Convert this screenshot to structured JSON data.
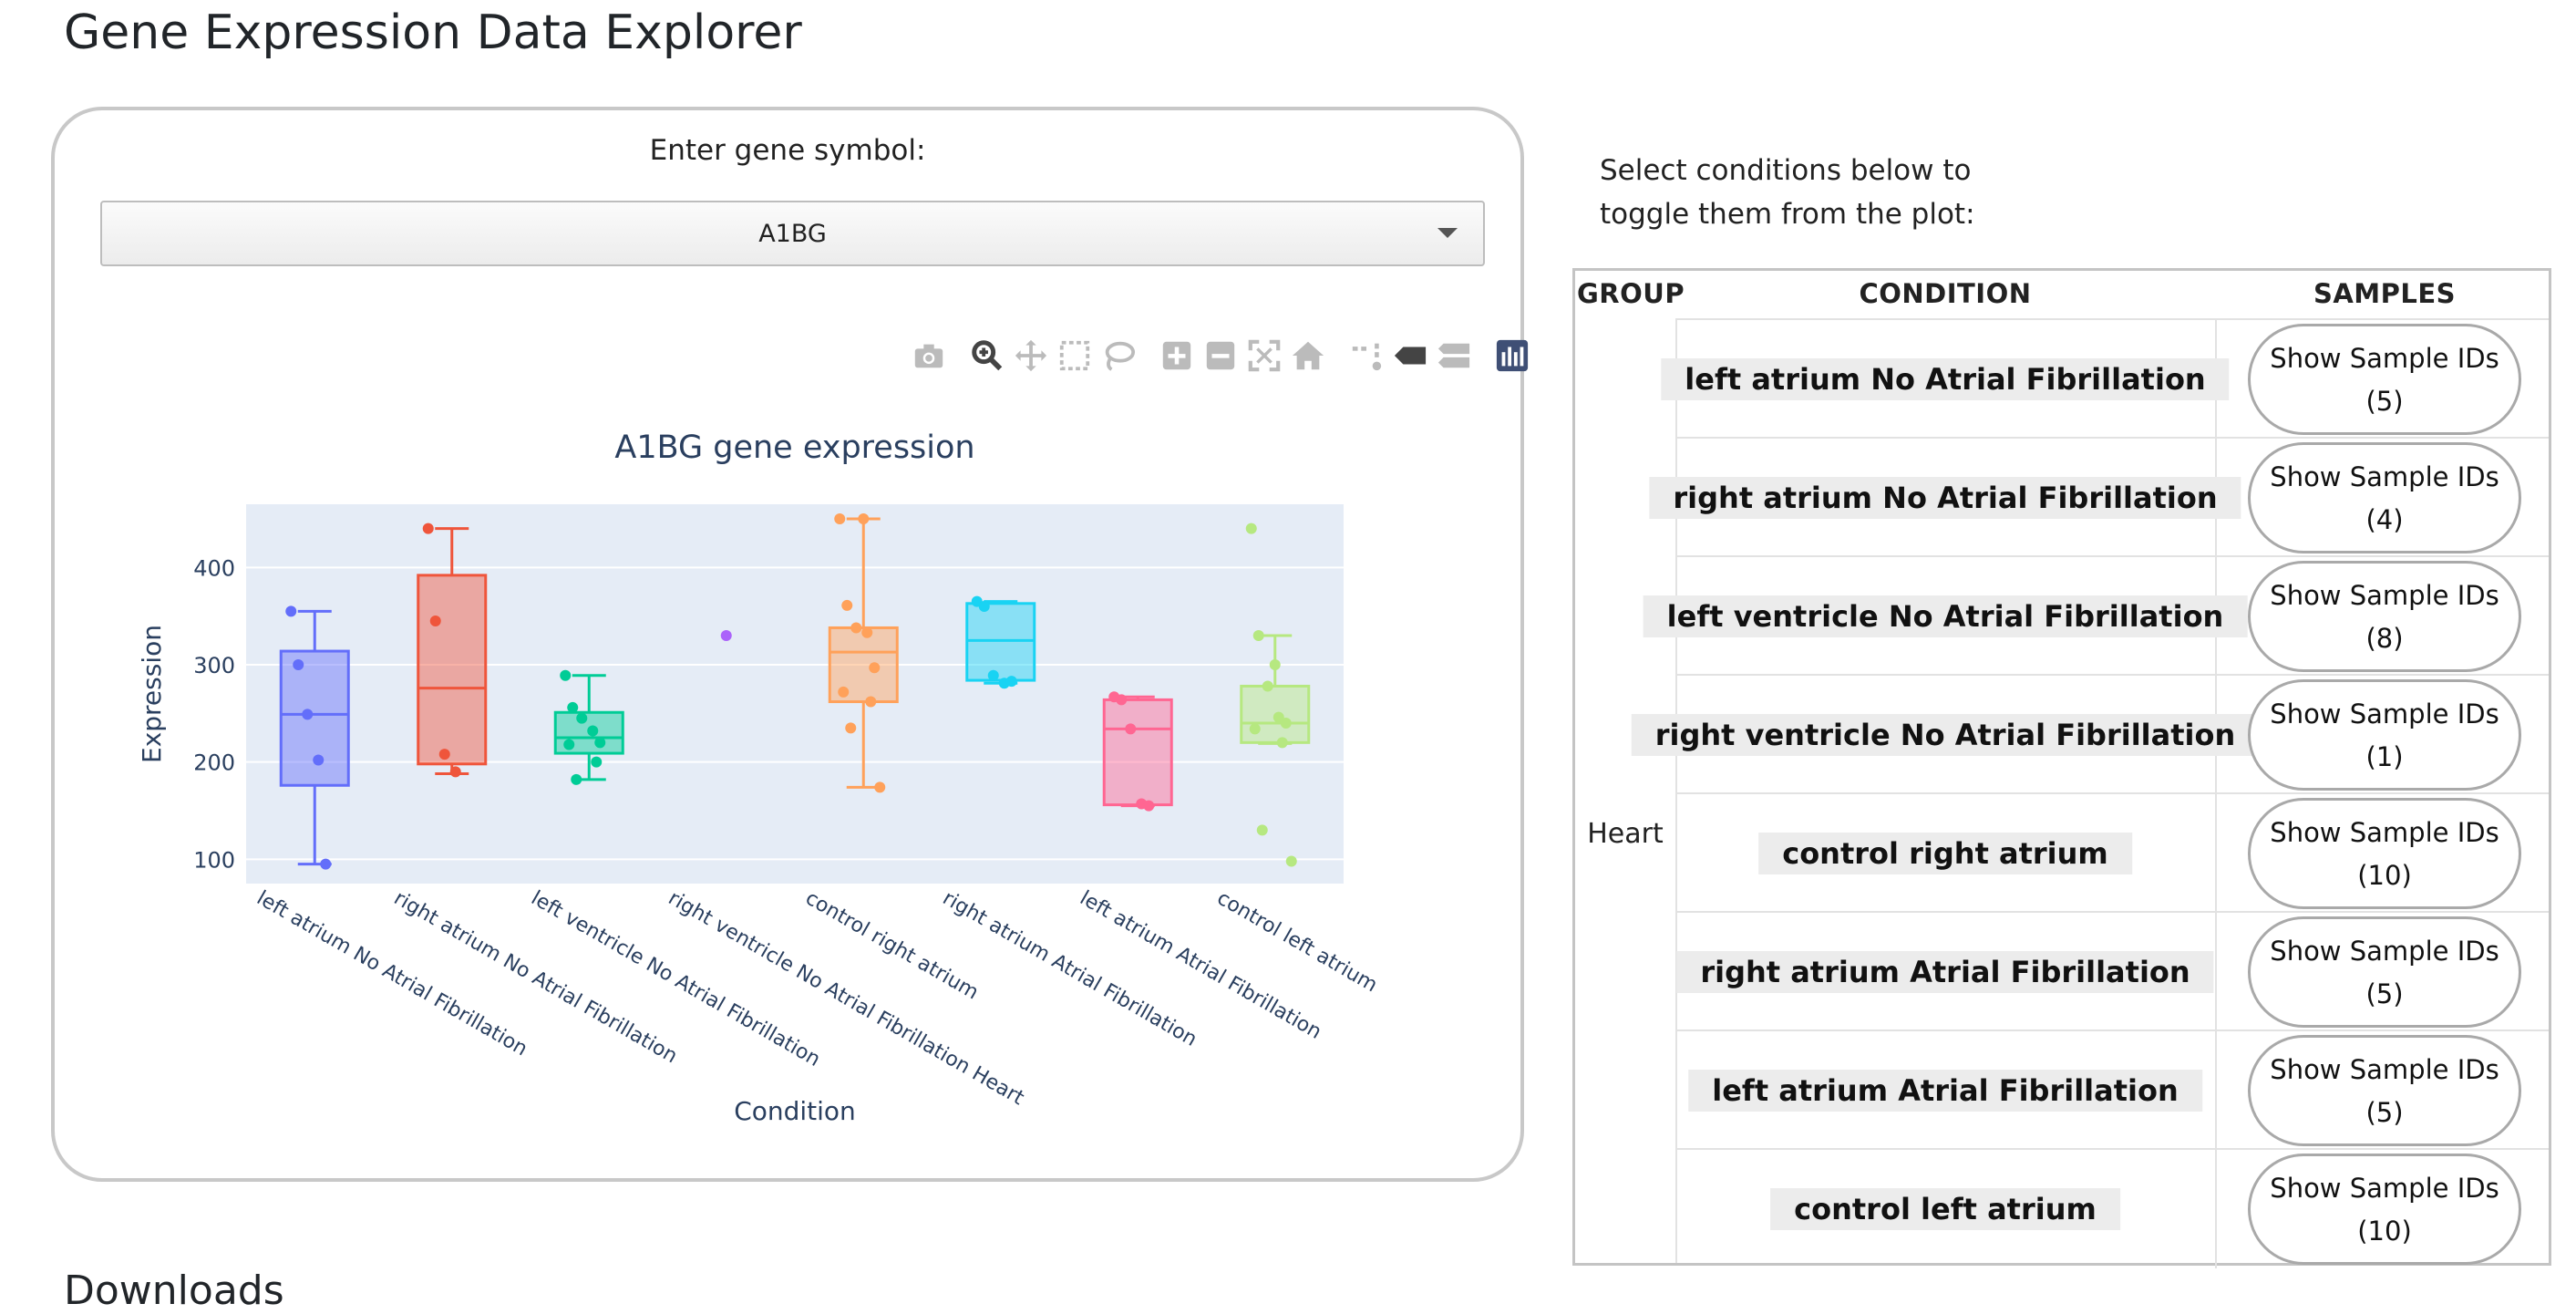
{
  "page": {
    "title": "Gene Expression Data Explorer",
    "next_section": "Downloads"
  },
  "gene_select": {
    "label": "Enter gene symbol:",
    "value": "A1BG"
  },
  "modebar": [
    "camera-icon",
    "zoom-icon",
    "pan-icon",
    "box-select-icon",
    "lasso-icon",
    "zoom-in-icon",
    "zoom-out-icon",
    "autoscale-icon",
    "reset-axes-icon",
    "spike-lines-icon",
    "hover-closest-icon",
    "hover-compare-icon",
    "plotly-logo-icon"
  ],
  "chart_data": {
    "type": "box",
    "title": "A1BG gene expression",
    "xlabel": "Condition",
    "ylabel": "Expression",
    "ylim": [
      75,
      465
    ],
    "yticks": [
      100,
      200,
      300,
      400
    ],
    "grid": true,
    "categories": [
      "left atrium No Atrial Fibrillation",
      "right atrium No Atrial Fibrillation",
      "left ventricle No Atrial Fibrillation",
      "right ventricle No Atrial Fibrillation Heart",
      "control right atrium",
      "right atrium Atrial Fibrillation",
      "left atrium Atrial Fibrillation",
      "control left atrium"
    ],
    "series": [
      {
        "color": "#636efa",
        "min": 95,
        "q1": 176,
        "median": 249,
        "q3": 314,
        "max": 355,
        "points": [
          355,
          300,
          249,
          202,
          95
        ]
      },
      {
        "color": "#ef553b",
        "min": 188,
        "q1": 198,
        "median": 276,
        "q3": 392,
        "max": 440,
        "points": [
          440,
          345,
          208,
          190
        ]
      },
      {
        "color": "#00cc96",
        "min": 182,
        "q1": 209,
        "median": 225,
        "q3": 251,
        "max": 289,
        "points": [
          289,
          256,
          245,
          232,
          220,
          218,
          200,
          182
        ]
      },
      {
        "color": "#ab63fa",
        "points": [
          330
        ]
      },
      {
        "color": "#ffa15a",
        "min": 174,
        "q1": 262,
        "median": 313,
        "q3": 338,
        "max": 450,
        "points": [
          450,
          361,
          338,
          333,
          297,
          272,
          262,
          235,
          174,
          450
        ]
      },
      {
        "color": "#19d3f3",
        "min": 281,
        "q1": 284,
        "median": 325,
        "q3": 363,
        "max": 365,
        "points": [
          365,
          360,
          289,
          281,
          283
        ]
      },
      {
        "color": "#ff6692",
        "min": 155,
        "q1": 156,
        "median": 234,
        "q3": 264,
        "max": 267,
        "points": [
          267,
          264,
          234,
          157,
          155
        ]
      },
      {
        "color": "#b6e880",
        "min": 219,
        "q1": 220,
        "median": 240,
        "q3": 278,
        "max": 330,
        "points": [
          440,
          330,
          278,
          246,
          240,
          234,
          220,
          130,
          98,
          300
        ]
      }
    ]
  },
  "conditions": {
    "hint": "Select conditions below to toggle them from the plot:",
    "headers": [
      "GROUP",
      "CONDITION",
      "SAMPLES"
    ],
    "group": "Heart",
    "rows": [
      {
        "condition": "left atrium No Atrial Fibrillation",
        "button": "Show Sample IDs (5)"
      },
      {
        "condition": "right atrium No Atrial Fibrillation",
        "button": "Show Sample IDs (4)"
      },
      {
        "condition": "left ventricle No Atrial Fibrillation",
        "button": "Show Sample IDs (8)"
      },
      {
        "condition": "right ventricle No Atrial Fibrillation",
        "button": "Show Sample IDs (1)"
      },
      {
        "condition": "control right atrium",
        "button": "Show Sample IDs (10)"
      },
      {
        "condition": "right atrium Atrial Fibrillation",
        "button": "Show Sample IDs (5)"
      },
      {
        "condition": "left atrium Atrial Fibrillation",
        "button": "Show Sample IDs (5)"
      },
      {
        "condition": "control left atrium",
        "button": "Show Sample IDs (10)"
      }
    ]
  }
}
